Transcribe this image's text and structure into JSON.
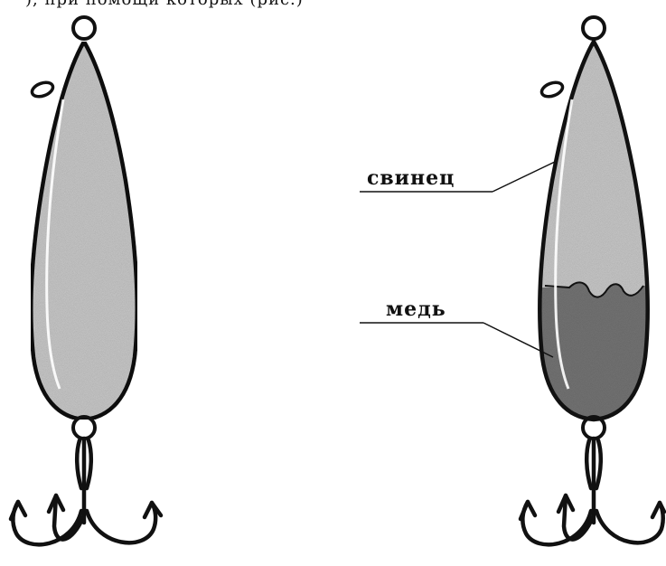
{
  "top_text": "), при помощи которых (рис.)",
  "labels": {
    "lead": "свинец",
    "copper": "медь"
  },
  "colors": {
    "outline": "#111111",
    "lead_fill": "#d2d2d2",
    "copper_fill": "#7a7a7a",
    "background": "#ffffff"
  }
}
